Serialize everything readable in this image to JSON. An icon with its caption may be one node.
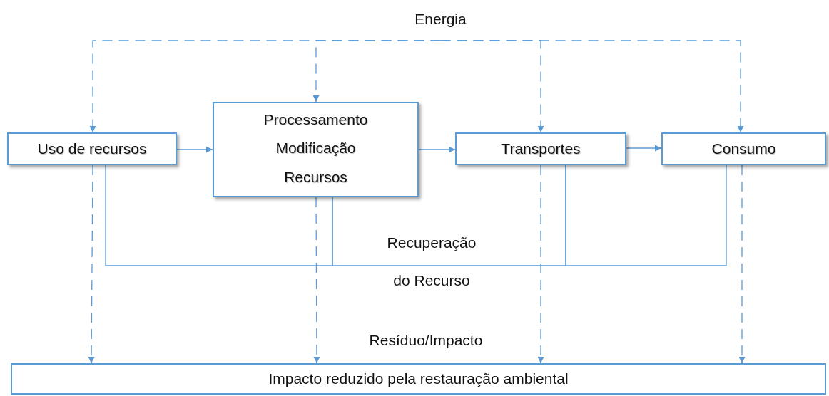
{
  "diagram": {
    "nodes": [
      {
        "text": [
          "Energia"
        ]
      },
      {
        "text": [
          "Uso de recursos"
        ]
      },
      {
        "text": [
          "Processamento",
          "Modificação",
          "Recursos"
        ]
      },
      {
        "text": [
          "Transportes"
        ]
      },
      {
        "text": [
          "Consumo"
        ]
      },
      {
        "text": [
          "Impacto reduzido pela restauração ambiental"
        ]
      }
    ],
    "edges": [
      {
        "from": 0,
        "to": 1,
        "arrow": "to",
        "style": "dashed"
      },
      {
        "from": 0,
        "to": 2,
        "arrow": "to",
        "style": "dashed"
      },
      {
        "from": 0,
        "to": 3,
        "arrow": "to",
        "style": "dashed"
      },
      {
        "from": 0,
        "to": 4,
        "arrow": "to",
        "style": "dashed"
      },
      {
        "from": 1,
        "to": 2,
        "arrow": "to"
      },
      {
        "from": 2,
        "to": 3,
        "arrow": "to"
      },
      {
        "from": 3,
        "to": 4,
        "arrow": "to"
      },
      {
        "from": 1,
        "to": 5,
        "arrow": "to",
        "style": "dashed"
      },
      {
        "from": 2,
        "to": 5,
        "arrow": "to",
        "style": "dashed"
      },
      {
        "from": 3,
        "to": 5,
        "arrow": "to",
        "style": "dashed"
      },
      {
        "from": 4,
        "to": 5,
        "arrow": "to",
        "style": "dashed"
      },
      {
        "from": 1,
        "to": 2,
        "arrow": "none"
      },
      {
        "from": 2,
        "to": 3,
        "arrow": "none"
      },
      {
        "from": 3,
        "to": 4,
        "arrow": "none"
      }
    ],
    "labels": [
      "Recuperação",
      "do Recurso",
      "Resíduo/Impacto"
    ]
  }
}
